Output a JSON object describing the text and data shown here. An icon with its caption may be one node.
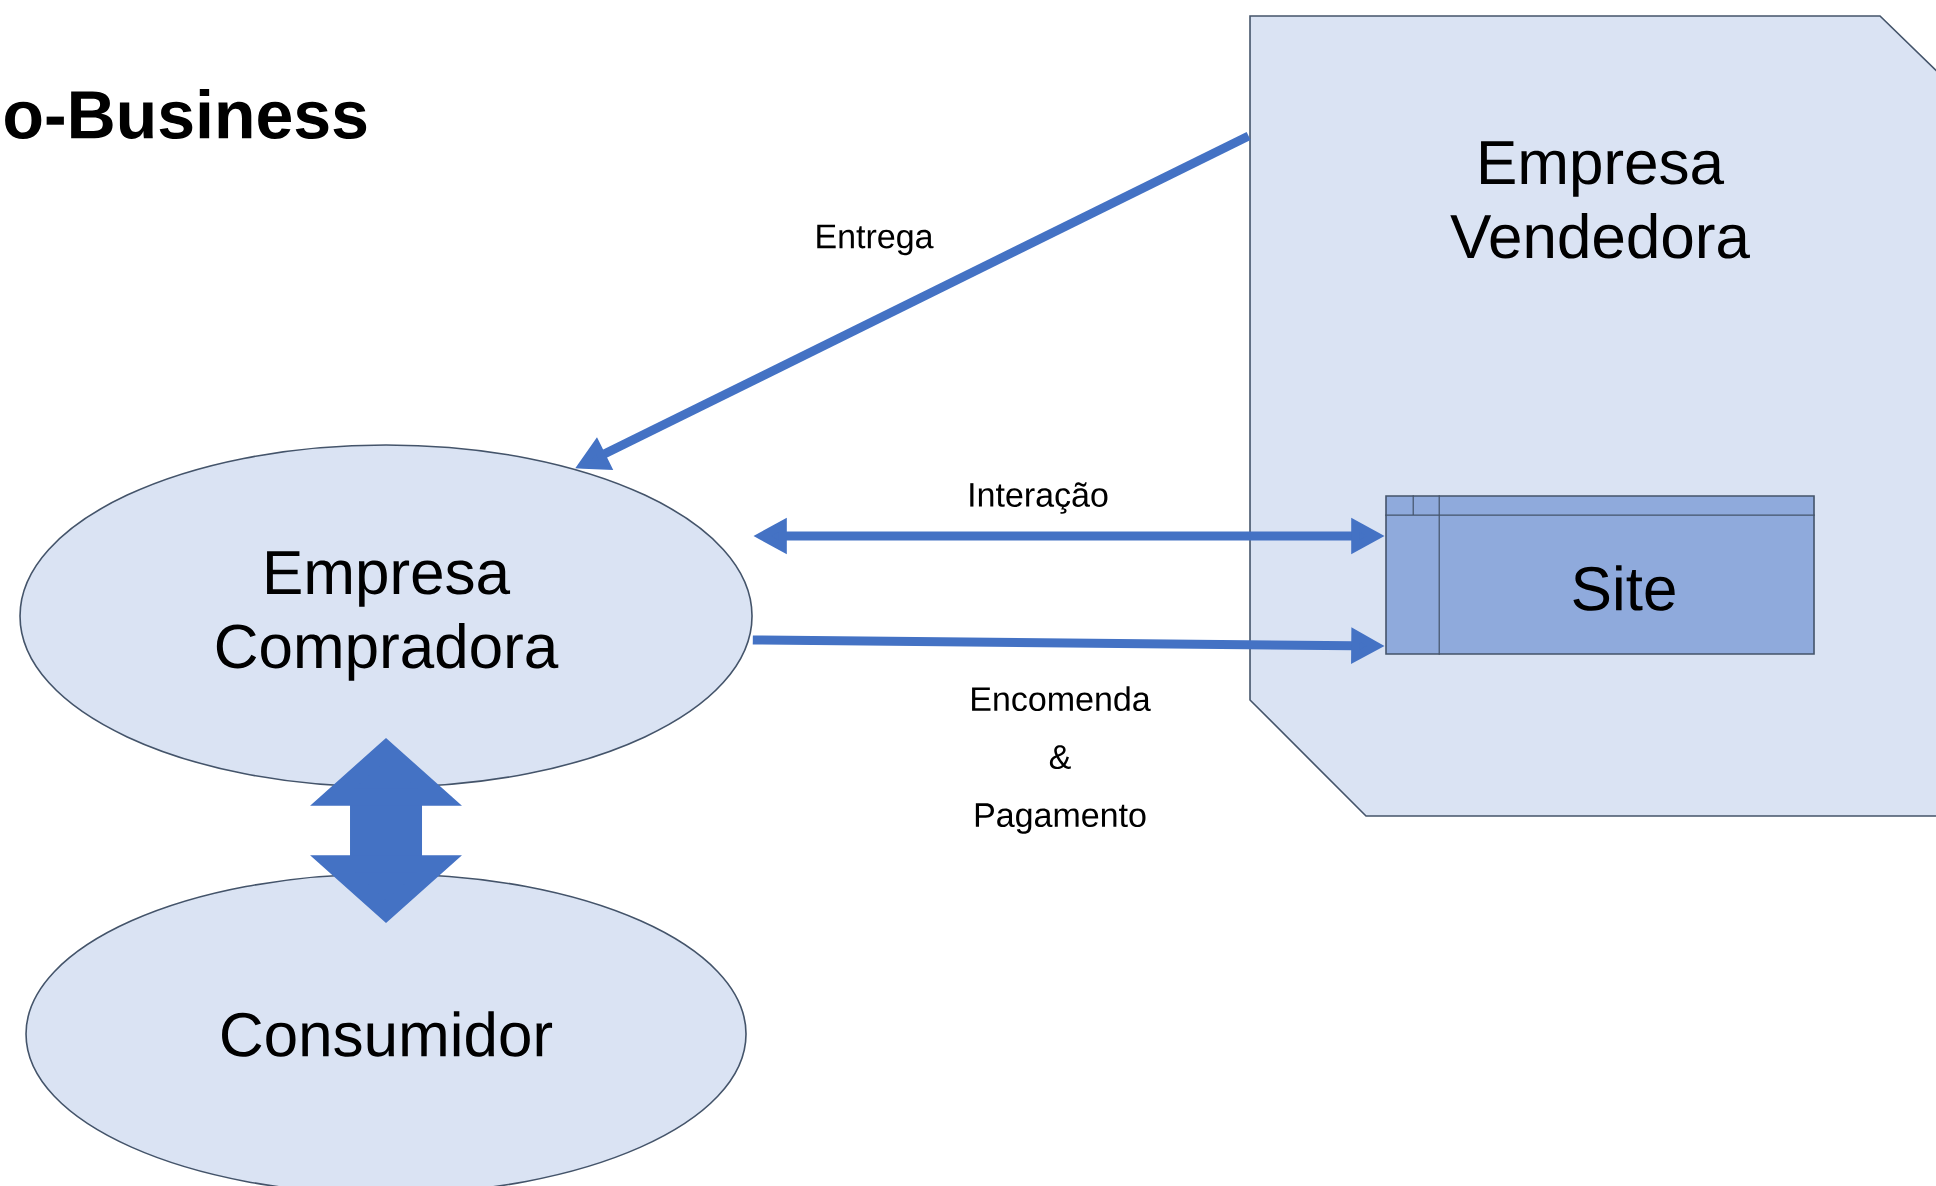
{
  "diagram": {
    "title": "o-Business",
    "nodes": [
      {
        "text": [
          "Empresa Vendedora"
        ]
      },
      {
        "text": [
          "Site"
        ],
        "in": 0
      },
      {
        "text": [
          "Empresa Compradora"
        ]
      },
      {
        "text": [
          "Consumidor"
        ]
      }
    ],
    "edges": [
      {
        "from": 0,
        "to": 2,
        "arrow": "to",
        "label": "Entrega"
      },
      {
        "from": 2,
        "to": 1,
        "arrow": "both",
        "label": "Interação"
      },
      {
        "from": 2,
        "to": 1,
        "arrow": "to",
        "label": "Encomenda & Pagamento"
      },
      {
        "from": 2,
        "to": 3,
        "arrow": "both",
        "style": "thick"
      }
    ]
  }
}
